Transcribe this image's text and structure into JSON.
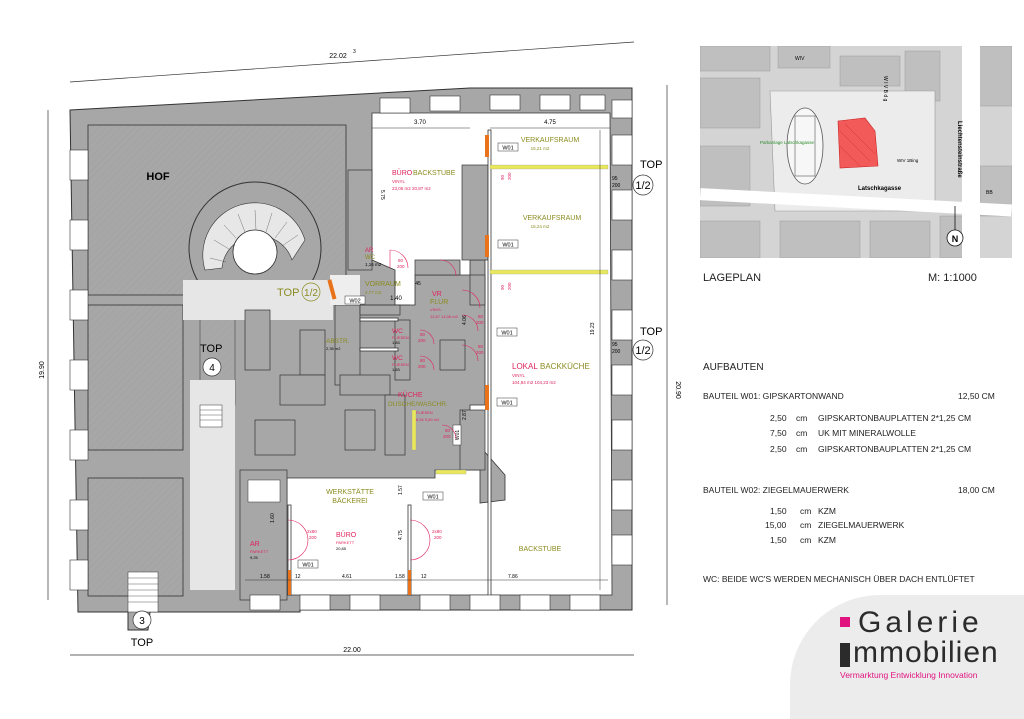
{
  "plan": {
    "dims": {
      "top": "22.02",
      "top_exp": "3",
      "bottom": "22.00",
      "left": "19.90",
      "right": "20.90",
      "d370": "3.70",
      "d475": "4.75",
      "d140": "1.40",
      "d45": "45",
      "d575": "5.75",
      "d1923": "19.23",
      "d158a": "1.58",
      "d461": "4.61",
      "d158b": "1.58",
      "d786": "7.86",
      "d12a": "12",
      "d12b": "12",
      "d160": "1.60",
      "d157": "1.57",
      "d475v": "4.75",
      "d406": "4.06",
      "d287": "2.87"
    },
    "rooms": {
      "hof": "HOF",
      "buero_title": "BÜRO",
      "buero_sub": "BACKSTUBE",
      "buero_floor": "VINYL",
      "buero_area": "23,06 m2   20,87 m2",
      "verkaufsraum1": "VERKAUFSRAUM",
      "verkaufsraum1_area": "15,21 m2",
      "verkaufsraum2": "VERKAUFSRAUM",
      "verkaufsraum2_area": "15,24 m2",
      "ar_wc": "AR",
      "ar_wc2": "WC",
      "ar_wc_area": "1,16 m2",
      "vorraum": "VORRAUM",
      "vorraum_area": "4,77 m2",
      "vr": "VR",
      "flur": "FLUR",
      "flur_floor": "VINYL",
      "flur_area": "12,67  14,06 m2",
      "wc1": "WC",
      "wc1_floor": "FLIESEN",
      "wc1_area": "1,83",
      "wc2": "WC",
      "wc2_floor": "FLIESEN",
      "wc2_area": "1,83",
      "abstr": "ABSTR.",
      "abstr_area": "2,35 m2",
      "lokal": "LOKAL",
      "backkueche": "BACKKÜCHE",
      "lokal_floor": "VINYL",
      "lokal_area": "104,84 m2   104,23 m2",
      "kueche": "KÜCHE",
      "dusche": "DUSCHE/WASCHR.",
      "kueche_floor": "FLIESEN",
      "kueche_area": "8,54  9,80 m2",
      "werkstaette": "WERKSTÄTTE",
      "baeckerei": "BÄCKEREI",
      "ar2": "AR",
      "ar2_floor": "PARKETT",
      "ar2_area": "9,25",
      "buero2": "BÜRO",
      "buero2_floor": "PARKETT",
      "buero2_area": "20,85",
      "backstube": "BACKSTUBE"
    },
    "tops": {
      "top_label": "TOP",
      "frac": "1/2",
      "four": "4",
      "three": "3"
    },
    "walls": {
      "w01": "W01",
      "w02": "W02"
    },
    "doors": {
      "d90": "90",
      "d200": "200",
      "d80": "80",
      "d95": "95",
      "d2x80": "2x80"
    }
  },
  "lageplan": {
    "label": "LAGEPLAN",
    "scale": "M:   1:1000",
    "streets": {
      "latschkagasse": "Latschkagasse",
      "liechtenstein": "Liechtensteinstraße",
      "parkanlage": "Parkanlage Latschkagasse"
    },
    "north": "N",
    "codes": {
      "wiv": "WIV",
      "wiv_bing": "WIV 1Bing",
      "bb": "BB",
      "wiv_gasse": "W I V  B d g"
    }
  },
  "aufbauten": {
    "title": "AUFBAUTEN",
    "w01": {
      "title": "BAUTEIL W01:  GIPSKARTONWAND",
      "total": "12,50 CM",
      "layers": [
        {
          "value": "2,50",
          "unit": "cm",
          "name": "GIPSKARTONBAUPLATTEN  2*1,25 CM"
        },
        {
          "value": "7,50",
          "unit": "cm",
          "name": "UK MIT MINERALWOLLE"
        },
        {
          "value": "2,50",
          "unit": "cm",
          "name": "GIPSKARTONBAUPLATTEN  2*1,25 CM"
        }
      ]
    },
    "w02": {
      "title": "BAUTEIL W02:  ZIEGELMAUERWERK",
      "total": "18,00 CM",
      "layers": [
        {
          "value": "1,50",
          "unit": "cm",
          "name": "KZM"
        },
        {
          "value": "15,00",
          "unit": "cm",
          "name": "ZIEGELMAUERWERK"
        },
        {
          "value": "1,50",
          "unit": "cm",
          "name": "KZM"
        }
      ]
    },
    "wc_note": "WC:  BEIDE WC'S WERDEN MECHANISCH ÜBER DACH ENTLÜFTET"
  },
  "logo": {
    "line1": "Galerie",
    "line2": "mmobilien",
    "tagline": "Vermarktung  Entwicklung  Innovation"
  },
  "colors": {
    "wall": "#a7a7a7",
    "wall_stroke": "#333333",
    "hatch": "#cfcfcf",
    "accent_red": "#e0245e",
    "magenta": "#e0137f",
    "dim_green": "#8b8b20",
    "orange": "#e8731a",
    "yellow": "#e8e85a"
  }
}
